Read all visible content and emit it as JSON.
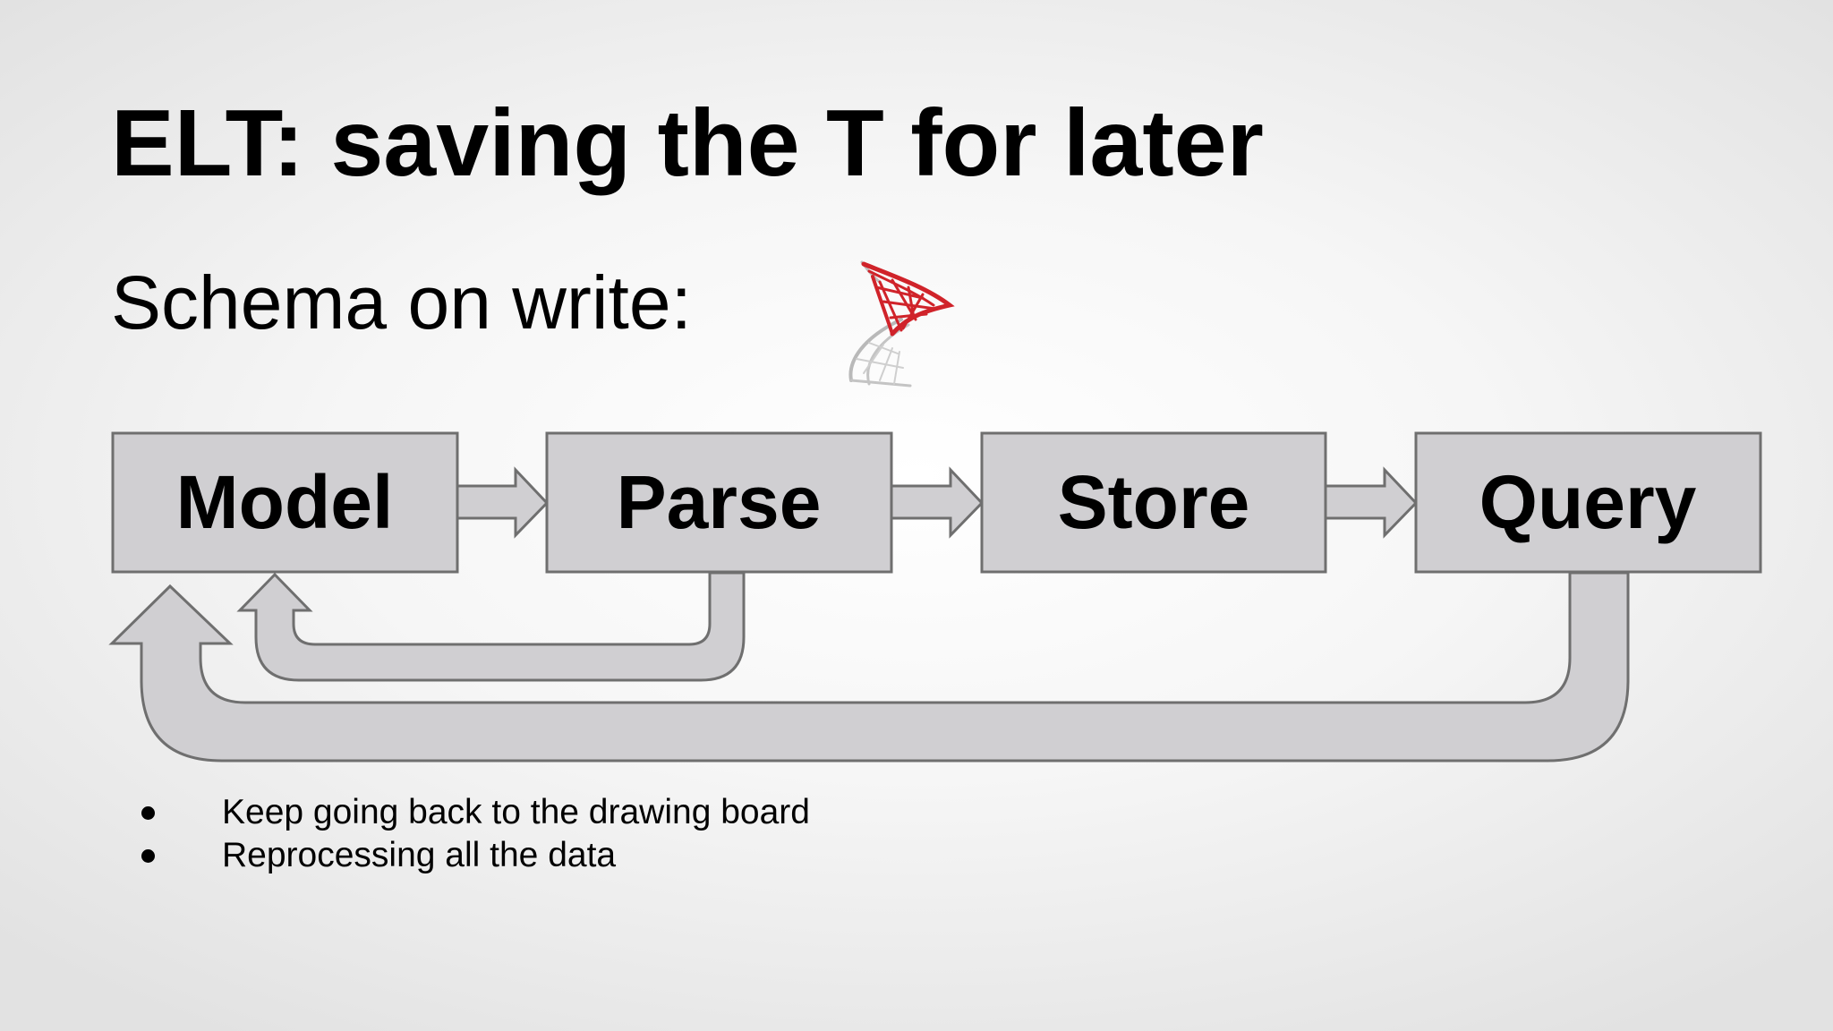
{
  "slide": {
    "title": "ELT: saving the T for later",
    "subtitle": "Schema on write:",
    "logo_icon": "sql-server-logo-icon",
    "accent_color": "#d0232a",
    "box_fill": "#d0cfd2",
    "box_stroke": "#6f6f6f",
    "steps": [
      {
        "label": "Model"
      },
      {
        "label": "Parse"
      },
      {
        "label": "Store"
      },
      {
        "label": "Query"
      }
    ],
    "feedback_loops": [
      {
        "from": "Parse",
        "to": "Model"
      },
      {
        "from": "Query",
        "to": "Model"
      }
    ],
    "bullets": [
      "Keep going back to the drawing board",
      "Reprocessing all the data"
    ]
  }
}
